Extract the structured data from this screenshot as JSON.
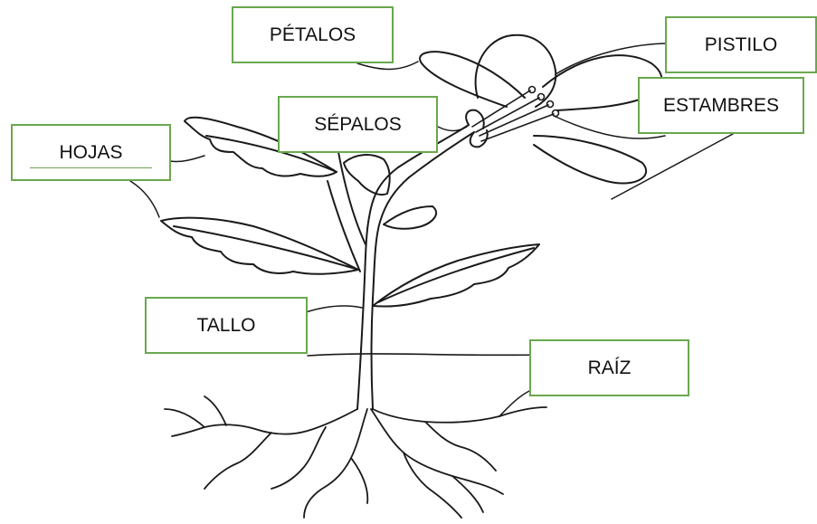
{
  "labels": {
    "petalos": "PÉTALOS",
    "pistilo": "PISTILO",
    "estambres": "ESTAMBRES",
    "sepalos": "SÉPALOS",
    "hojas": "HOJAS",
    "tallo": "TALLO",
    "raiz": "RAÍZ"
  },
  "colors": {
    "label_border": "#6aa84f",
    "line_art": "#1a1a1a"
  }
}
